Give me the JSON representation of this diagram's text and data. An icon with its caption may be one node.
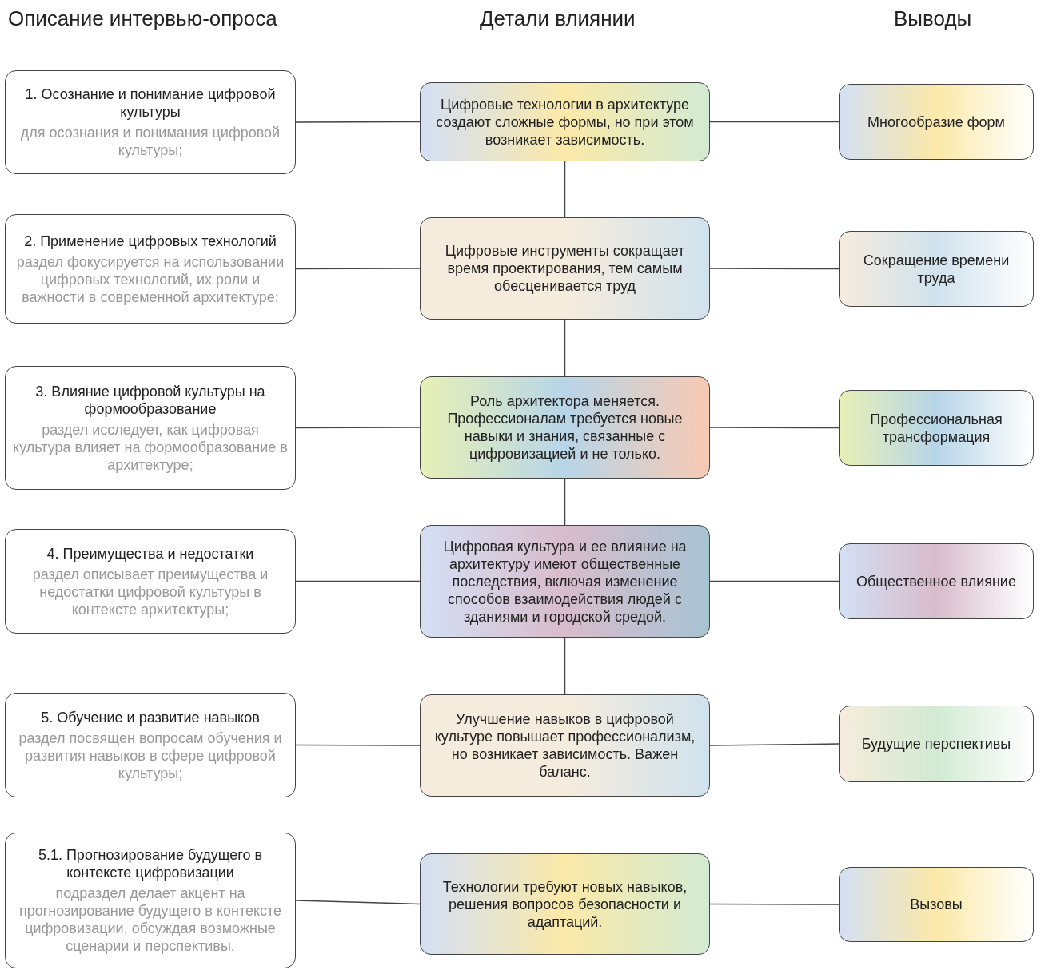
{
  "diagram": {
    "nodes": [
      {
        "text": [
          "1. Осознание и понимание цифровой культуры",
          "для осознания и понимания цифровой культуры;"
        ]
      },
      {
        "text": [
          "2. Применение цифровых технологий",
          "раздел фокусируется на использовании цифровых технологий, их роли и важности в современной архитектуре;"
        ]
      },
      {
        "text": [
          "3. Влияние цифровой культуры на формообразование",
          "раздел исследует, как цифровая культура влияет на формообразование в архитектуре;"
        ]
      },
      {
        "text": [
          "4. Преимущества и недостатки",
          "раздел описывает преимущества и недостатки цифровой культуры в контексте архитектуры;"
        ]
      },
      {
        "text": [
          "5. Обучение и развитие навыков",
          "раздел посвящен вопросам обучения и развития навыков в сфере цифровой культуры;"
        ]
      },
      {
        "text": [
          "5.1. Прогнозирование будущего в контексте цифровизации",
          "подраздел делает акцент на прогнозирование будущего в контексте цифровизации, обсуждая возможные сценарии и перспективы."
        ]
      },
      {
        "text": [
          "Цифровые технологии в архитектуре создают сложные формы, но при этом возникает зависимость."
        ]
      },
      {
        "text": [
          "Цифровые инструменты сокращает время проектирования, тем самым обесценивается труд"
        ]
      },
      {
        "text": [
          "Роль архитектора меняется. Профессионалам требуется новые навыки и знания, связанные с цифровизацией и не только."
        ]
      },
      {
        "text": [
          "Цифровая культура и ее влияние на архитектуру имеют общественные последствия, включая изменение способов взаимодействия людей с зданиями и городской средой."
        ]
      },
      {
        "text": [
          "Улучшение навыков в цифровой культуре повышает профессионализм, но возникает зависимость. Важен баланс."
        ]
      },
      {
        "text": [
          "Технологии требуют новых навыков, решения вопросов безопасности и адаптаций."
        ]
      },
      {
        "text": [
          "Многообразие форм"
        ]
      },
      {
        "text": [
          "Сокращение времени труда"
        ]
      },
      {
        "text": [
          "Профессиональная трансформация"
        ]
      },
      {
        "text": [
          "Общественное влияние"
        ]
      },
      {
        "text": [
          "Будущие перспективы"
        ]
      },
      {
        "text": [
          "Вызовы"
        ]
      }
    ],
    "edges": [
      {
        "from": 0,
        "to": 6,
        "arrow": "none"
      },
      {
        "from": 6,
        "to": 12,
        "arrow": "none"
      },
      {
        "from": 6,
        "to": 7,
        "arrow": "none"
      },
      {
        "from": 1,
        "to": 7,
        "arrow": "none"
      },
      {
        "from": 7,
        "to": 13,
        "arrow": "none"
      },
      {
        "from": 7,
        "to": 8,
        "arrow": "none"
      },
      {
        "from": 2,
        "to": 8,
        "arrow": "none"
      },
      {
        "from": 8,
        "to": 14,
        "arrow": "none"
      },
      {
        "from": 8,
        "to": 9,
        "arrow": "none"
      },
      {
        "from": 3,
        "to": 9,
        "arrow": "none"
      },
      {
        "from": 9,
        "to": 15,
        "arrow": "none"
      },
      {
        "from": 9,
        "to": 10,
        "arrow": "none"
      },
      {
        "from": 4,
        "to": 10,
        "arrow": "none"
      },
      {
        "from": 10,
        "to": 16,
        "arrow": "none"
      },
      {
        "from": 5,
        "to": 11,
        "arrow": "none"
      },
      {
        "from": 11,
        "to": 17,
        "arrow": "none"
      }
    ],
    "labels": [
      "Описание интервью-опроса",
      "Детали влиянии",
      "Выводы"
    ]
  }
}
